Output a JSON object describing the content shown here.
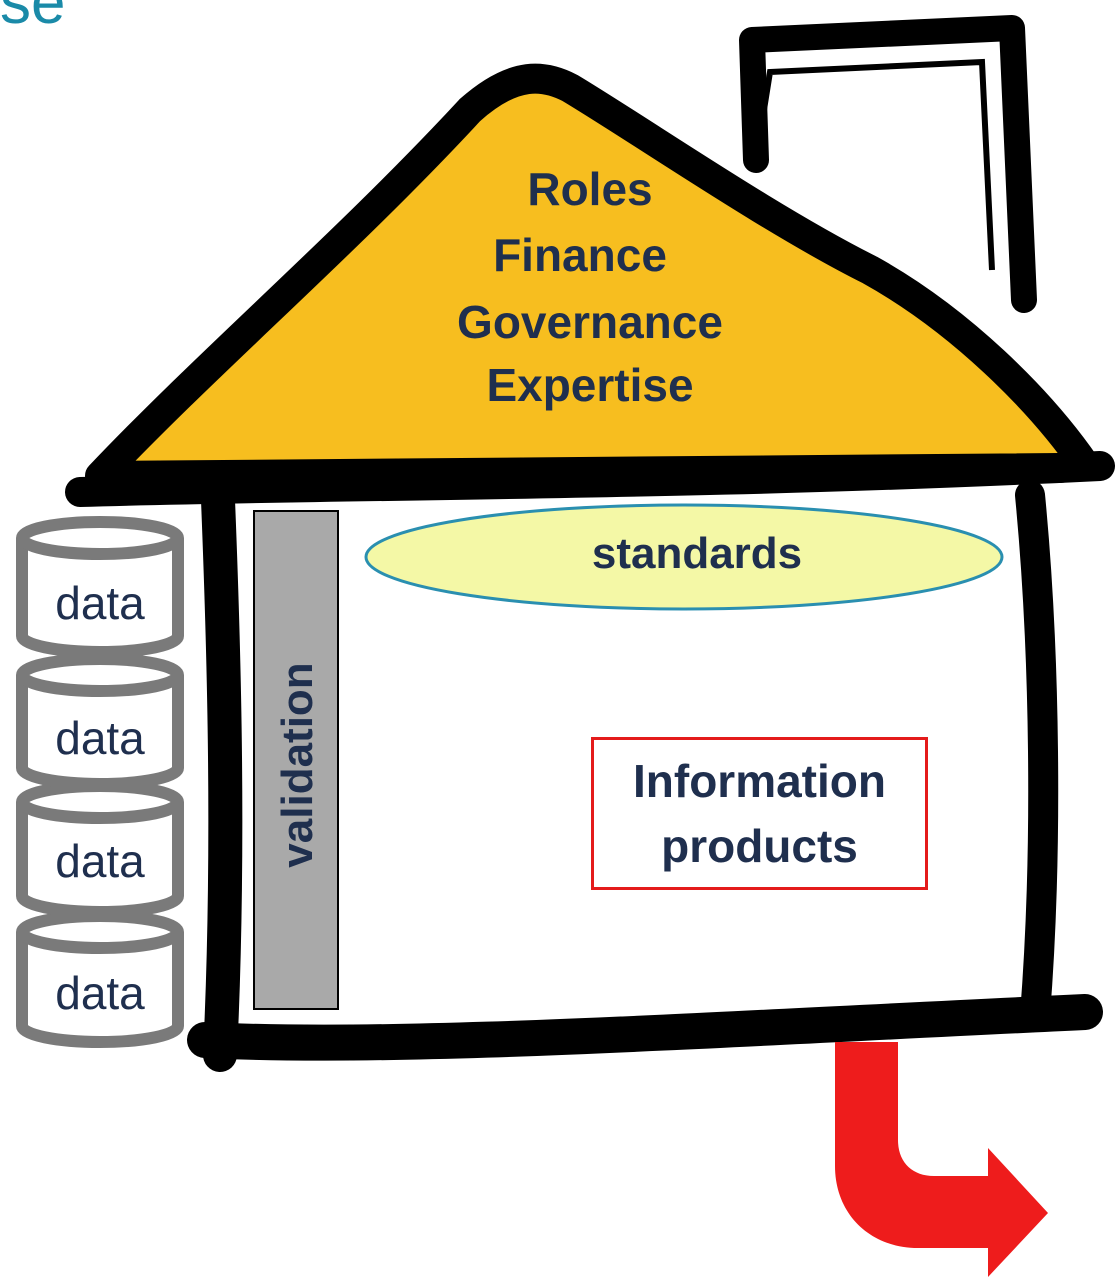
{
  "slide": {
    "title_fragment": "se"
  },
  "roof": {
    "lines": [
      "Roles",
      "Finance",
      "Governance",
      "Expertise"
    ]
  },
  "components": {
    "standards": "standards",
    "validation": "validation",
    "information_products": [
      "Information",
      "products"
    ]
  },
  "data_stores": [
    "data",
    "data",
    "data",
    "data"
  ],
  "colors": {
    "roof_fill": "#f7be1f",
    "ellipse_fill": "#f4f8a6",
    "ellipse_stroke": "#2a8fb0",
    "validation_bar": "#a9a9a9",
    "cylinder_stroke": "#7a7a7a",
    "box_border": "#e41b1b",
    "arrow": "#ee1c1c",
    "text": "#1f2f4e",
    "title": "#1a8aa8"
  },
  "icons": {
    "output_arrow": "curved-down-right-arrow-icon",
    "store": "database-cylinder-icon"
  }
}
